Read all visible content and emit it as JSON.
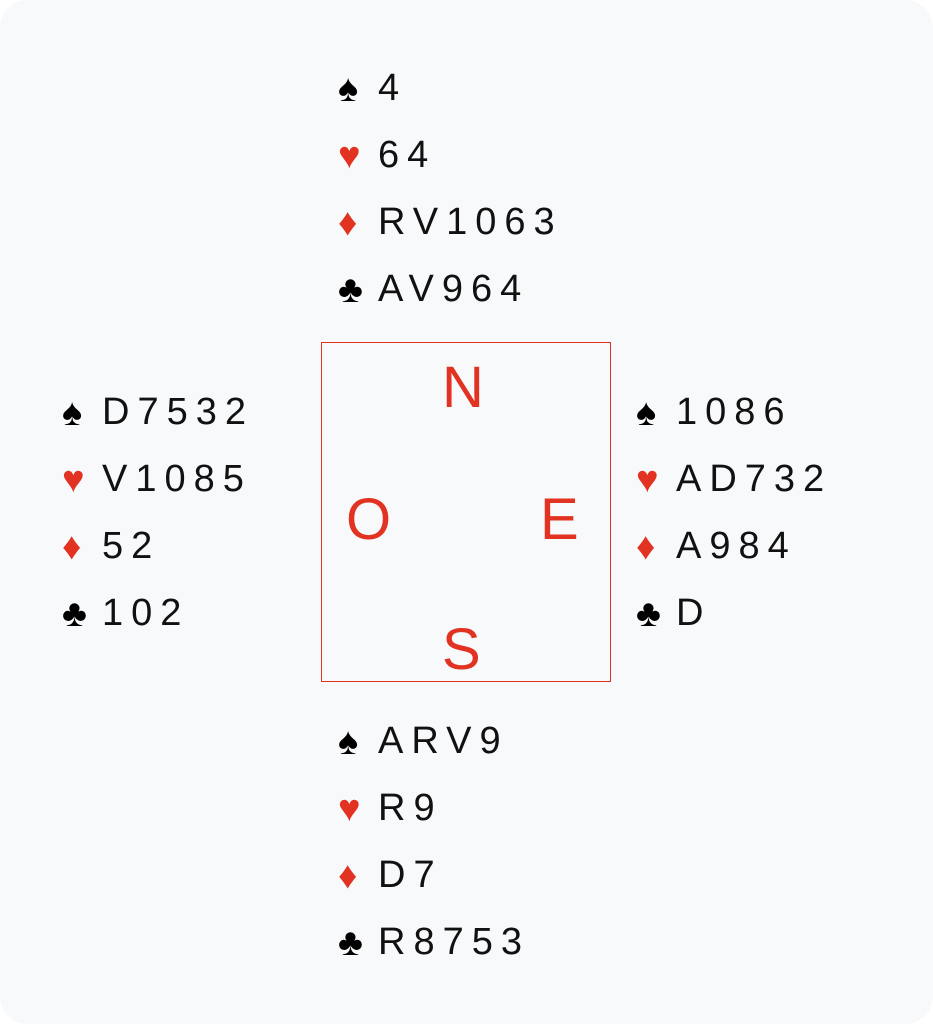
{
  "colors": {
    "red": "#e23322",
    "black": "#000000",
    "background": "#f8f9fb"
  },
  "suits": {
    "spades": "♠",
    "hearts": "♥",
    "diamonds": "♦",
    "clubs": "♣"
  },
  "north": {
    "spades": "4",
    "hearts": "64",
    "diamonds": "RV1063",
    "clubs": "AV964"
  },
  "west": {
    "spades": "D7532",
    "hearts": "V1085",
    "diamonds": "52",
    "clubs": "102"
  },
  "east": {
    "spades": "1086",
    "hearts": "AD732",
    "diamonds": "A984",
    "clubs": "D"
  },
  "south": {
    "spades": "ARV9",
    "hearts": "R9",
    "diamonds": "D7",
    "clubs": "R8753"
  },
  "compass": {
    "north": "N",
    "west": "O",
    "east": "E",
    "south": "S"
  }
}
